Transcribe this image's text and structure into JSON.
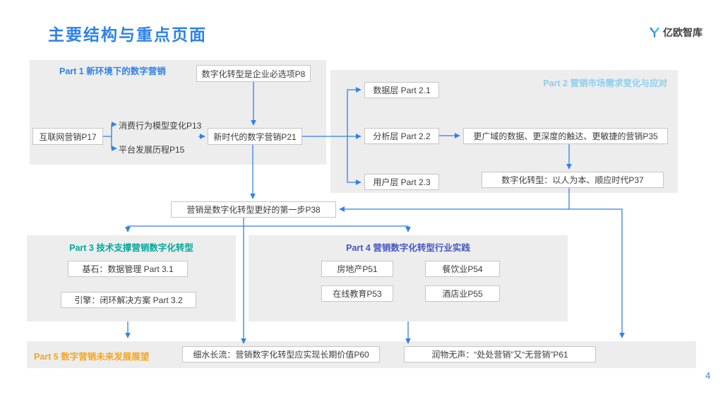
{
  "page": {
    "title": "主要结构与重点页面",
    "logo_text": "亿欧智库",
    "page_number": "4"
  },
  "colors": {
    "accent_blue": "#2F82E8",
    "part2_label": "#8FCDEF",
    "part3_label": "#00A99D",
    "part4_label": "#4756C4",
    "part5_label": "#F5A623",
    "panel_bg": "#EDEDED"
  },
  "part1": {
    "label": "Part 1 新环境下的数字营销",
    "p8": "数字化转型是企业必选项P8",
    "p17": "互联网营销P17",
    "p13": "消费行为模型变化P13",
    "p15": "平台发展历程P15",
    "p21": "新时代的数字营销P21"
  },
  "part2": {
    "label": "Part 2 营销市场需求变化与应对",
    "layer_data": "数据层 Part 2.1",
    "layer_analysis": "分析层 Part 2.2",
    "layer_user": "用户层 Part 2.3",
    "p35": "更广域的数据、更深度的触达、更敏捷的营销P35",
    "p37": "数字化转型：以人为本、顺应时代P37"
  },
  "bridge": {
    "p38": "营销是数字化转型更好的第一步P38"
  },
  "part3": {
    "label": "Part 3 技术支撑营销数字化转型",
    "p31": "基石：数据管理 Part 3.1",
    "p32": "引擎：闭环解决方案 Part 3.2"
  },
  "part4": {
    "label": "Part 4 营销数字化转型行业实践",
    "p51": "房地产P51",
    "p54": "餐饮业P54",
    "p53": "在线教育P53",
    "p55": "酒店业P55"
  },
  "part5": {
    "label": "Part 5 数字营销未来发展展望",
    "p60": "细水长流：营销数字化转型应实现长期价值P60",
    "p61": "润物无声：“处处营销”又“无营销”P61"
  }
}
